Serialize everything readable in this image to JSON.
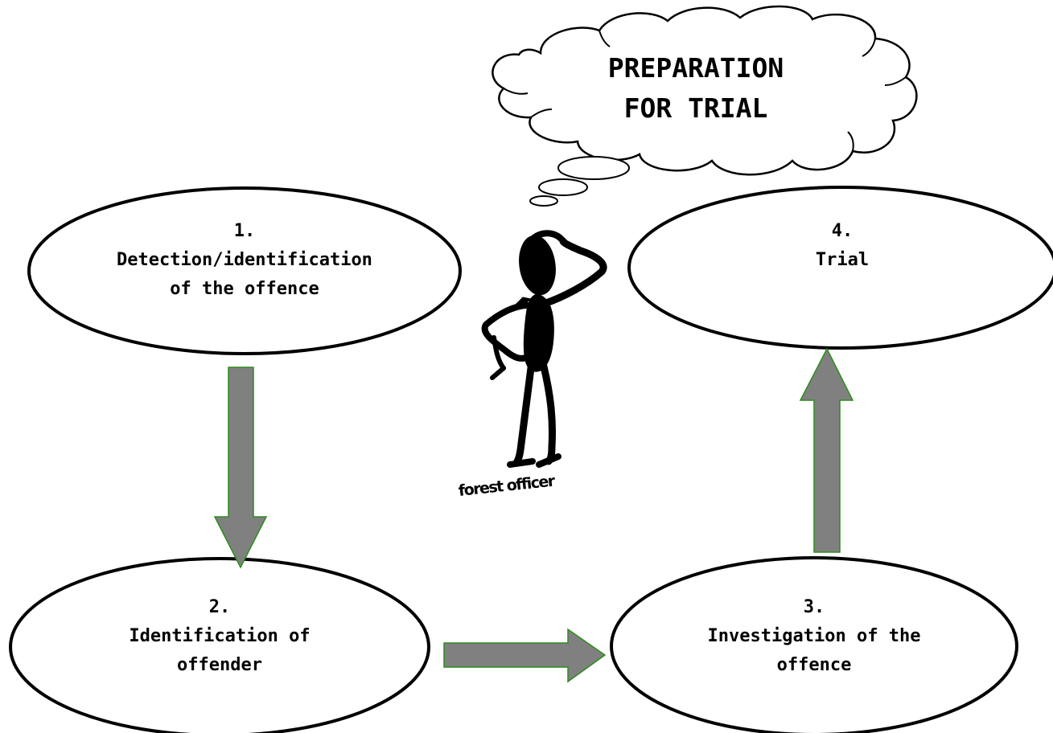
{
  "thought_bubble": {
    "line1": "PREPARATION",
    "line2": "FOR TRIAL"
  },
  "figure": {
    "caption": "forest officer"
  },
  "nodes": [
    {
      "number": "1.",
      "line1": "Detection/identification",
      "line2": "of the offence"
    },
    {
      "number": "2.",
      "line1": "Identification of",
      "line2": "offender"
    },
    {
      "number": "3.",
      "line1": "Investigation of the",
      "line2": "offence"
    },
    {
      "number": "4.",
      "line1": "Trial",
      "line2": ""
    }
  ],
  "colors": {
    "arrow_fill": "#808080",
    "arrow_stroke": "#2e8b1f",
    "ellipse_stroke": "#000000",
    "figure_fill": "#000000"
  }
}
